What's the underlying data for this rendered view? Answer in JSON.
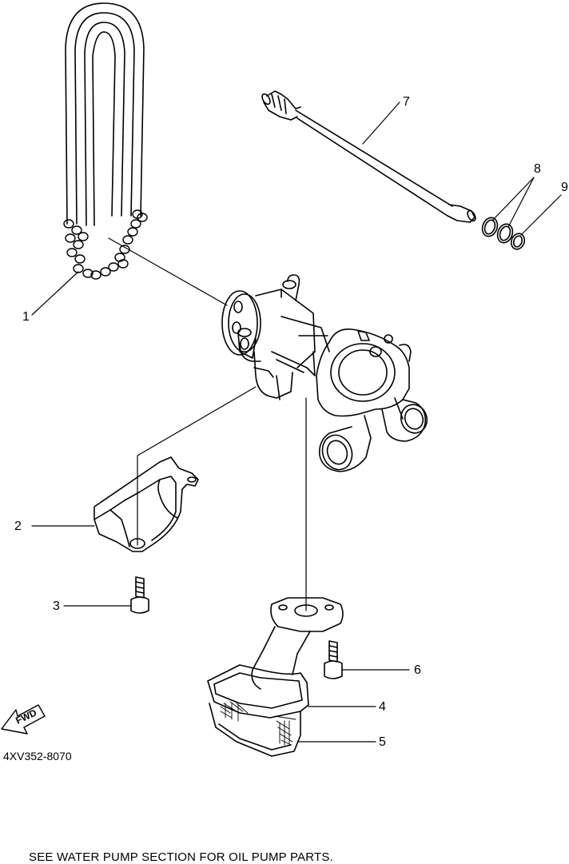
{
  "callouts": {
    "c1": "1",
    "c2": "2",
    "c3": "3",
    "c4": "4",
    "c5": "5",
    "c6": "6",
    "c7": "7",
    "c8": "8",
    "c9": "9"
  },
  "fwd_label": "FWD",
  "diagram_code": "4XV352-8070",
  "footnote": "SEE WATER PUMP SECTION FOR OIL PUMP PARTS."
}
